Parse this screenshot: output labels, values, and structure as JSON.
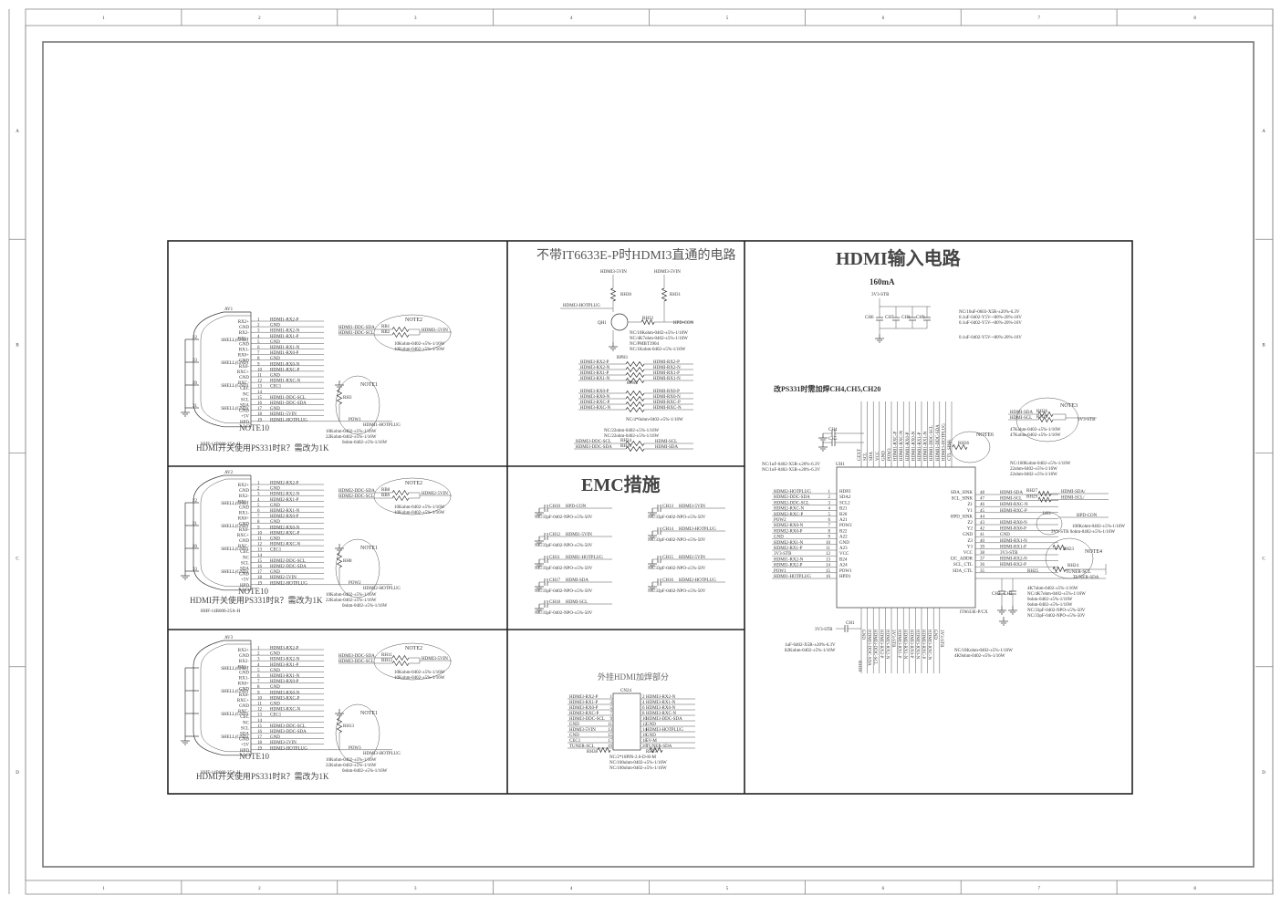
{
  "border": {
    "columns": [
      "1",
      "2",
      "3",
      "4",
      "5",
      "6",
      "7",
      "8"
    ],
    "rows": [
      "A",
      "B",
      "C",
      "D"
    ]
  },
  "titles": {
    "bypass": "不带IT6633E-P时HDMI3直通的电路",
    "emc": "EMC措施",
    "hdmi_input": "HDMI输入电路",
    "external": "外挂HDMI加焊部分",
    "current": "160mA",
    "ps331_note": "改PS331时需加焊CH4,CH5,CH20"
  },
  "connectors": [
    {
      "ref": "AV1",
      "part": "HHF-14B000-25A-H",
      "note_top": "NOTE2",
      "note_mid": "NOTE1",
      "note_bot": "NOTE10",
      "switch_note": "HDMI开关使用PS331时R？需改为1K",
      "pins": [
        "RX2+",
        "GND",
        "RX2-",
        "RX1+",
        "GND",
        "RX1-",
        "RX0+",
        "GND",
        "RX0-",
        "RXC+",
        "GND",
        "RXC-",
        "CEC",
        "NC",
        "SCL",
        "SDA",
        "GND",
        "+5V",
        "HPD"
      ],
      "shells": [
        "SHELL(GND)",
        "SHELL(GND)",
        "SHELL(GND)",
        "SHELL(GND)"
      ],
      "shell_nums": [
        "22",
        "23",
        "20",
        "21"
      ],
      "nets": [
        "HDMI1-RX2-P",
        "GND",
        "HDMI1-RX2-N",
        "HDMI1-RX1-P",
        "GND",
        "HDMI1-RX1-N",
        "HDMI1-RX0-P",
        "GND",
        "HDMI1-RX0-N",
        "HDMI1-RXC-P",
        "GND",
        "HDMI1-RXC-N",
        "CEC1",
        "",
        "HDMI1-DDC-SCL",
        "HDMI1-DDC-SDA",
        "GND",
        "HDMI1-5VIN",
        "HDMI1-HOTPLUG"
      ],
      "ddc": [
        "HDMI1-DDC-SDA",
        "HDMI1-DDC-SCL"
      ],
      "ddc_refs": [
        "RB1",
        "RB2"
      ],
      "vin": "HDMI1-5VIN",
      "res_vals": [
        "10Kohm-0402-±5%-1/16W",
        "10Kohm-0402-±5%-1/16W"
      ],
      "rh": "RH3",
      "pow": "POW1",
      "hp": "HDMI1-HOTPLUG",
      "hp_vals": [
        "10Kohm-0402-±5%-1/16W",
        "22Kohm-0402-±5%-1/16W",
        "0ohm-0402-±5%-1/16W"
      ]
    },
    {
      "ref": "AV2",
      "part": "HHF-14B000-25A-H",
      "note_top": "NOTE2",
      "note_mid": "NOTE1",
      "note_bot": "NOTE10",
      "switch_note": "HDMI开关使用PS331时R？需改为1K",
      "pins": [
        "RX2+",
        "GND",
        "RX2-",
        "RX1+",
        "GND",
        "RX1-",
        "RX0+",
        "GND",
        "RX0-",
        "RXC+",
        "GND",
        "RXC-",
        "CEC",
        "NC",
        "SCL",
        "SDA",
        "GND",
        "+5V",
        "HPD"
      ],
      "shells": [
        "SHELL(GND)",
        "SHELL(GND)",
        "SHELL(GND)",
        "SHELL(GND)"
      ],
      "shell_nums": [
        "22",
        "21",
        "20",
        "23"
      ],
      "nets": [
        "HDMI2-RX2-P",
        "GND",
        "HDMI2-RX2-N",
        "HDMI2-RX1-P",
        "GND",
        "HDMI2-RX1-N",
        "HDMI2-RX0-P",
        "GND",
        "HDMI2-RX0-N",
        "HDMI2-RXC-P",
        "GND",
        "HDMI2-RXC-N",
        "CEC1",
        "",
        "HDMI2-DDC-SCL",
        "HDMI2-DDC-SDA",
        "GND",
        "HDMI2-5VIN",
        "HDMI2-HOTPLUG"
      ],
      "ddc": [
        "HDMI2-DDC-SDA",
        "HDMI2-DDC-SCL"
      ],
      "ddc_refs": [
        "RB8",
        "RB9"
      ],
      "vin": "HDMI2-5VIN",
      "res_vals": [
        "10Kohm-0402-±5%-1/16W",
        "10Kohm-0402-±5%-1/16W"
      ],
      "rh": "RH8",
      "pow": "POW2",
      "hp": "HDMI2-HOTPLUG",
      "hp_vals": [
        "10Kohm-0402-±5%-1/16W",
        "22Kohm-0402-±5%-1/16W",
        "0ohm-0402-±5%-1/16W"
      ]
    },
    {
      "ref": "AV3",
      "part": "HHF-14B000-25A-H",
      "note_top": "NOTE2",
      "note_mid": "NOTE1",
      "note_bot": "NOTE10",
      "switch_note": "HDMI开关使用PS331时R？需改为1K",
      "pins": [
        "RX2+",
        "GND",
        "RX2-",
        "RX1+",
        "GND",
        "RX1-",
        "RX0+",
        "GND",
        "RX0-",
        "RXC+",
        "GND",
        "RXC-",
        "CEC",
        "NC",
        "SCL",
        "SDA",
        "GND",
        "+5V",
        "HPD"
      ],
      "shells": [
        "SHELL(GND)",
        "SHELL(GND)",
        "SHELL(GND)",
        "SHELL(GND)"
      ],
      "shell_nums": [
        "",
        "",
        "",
        ""
      ],
      "nets": [
        "HDMI3-RX2-P",
        "GND",
        "HDMI3-RX2-N",
        "HDMI3-RX1-P",
        "GND",
        "HDMI3-RX1-N",
        "HDMI3-RX0-P",
        "GND",
        "HDMI3-RX0-N",
        "HDMI3-RXC-P",
        "GND",
        "HDMI3-RXC-N",
        "CEC1",
        "",
        "HDMI3-DDC-SCL",
        "HDMI3-DDC-SDA",
        "GND",
        "HDMI3-5VIN",
        "HDMI3-HOTPLUG"
      ],
      "ddc": [
        "HDMI3-DDC-SDA",
        "HDMI3-DDC-SCL"
      ],
      "ddc_refs": [
        "RH11",
        "RH12"
      ],
      "vin": "HDMI3-5VIN",
      "res_vals": [
        "10Kohm-0402-±5%-1/16W",
        "10Kohm-0402-±5%-1/16W"
      ],
      "rh": "RH13",
      "pow": "POW3",
      "hp": "HDMI3-HOTPLUG",
      "hp_vals": [
        "10Kohm-0402-±5%-1/16W",
        "22Kohm-0402-±5%-1/16W",
        "0ohm-0402-±5%-1/16W"
      ]
    }
  ],
  "bypass": {
    "vin_labels": [
      "HDMI3-5VIN",
      "HDMI3-5VIN"
    ],
    "res": [
      "RH30",
      "RH31"
    ],
    "hotplug": "HDMI3-HOTPLUG",
    "transistor": "QH1",
    "rh32": "RH32",
    "hpd_net": "HPD-CON",
    "vals": [
      "NC/10Kohm-0402-±5%-1/16W",
      "NC/4K7ohm-0402-±5%-1/16W",
      "NC/PMBT3904",
      "NC/1Kohm-0402-±5%-1/16W"
    ],
    "rph1": "RPH1",
    "rph2": "RPH2",
    "left_nets": [
      "HDMI3-RX2-P",
      "HDMI3-RX2-N",
      "HDMI3-RX1-P",
      "HDMI3-RX1-N",
      "",
      "HDMI3-RX0-P",
      "HDMI3-RX0-N",
      "HDMI3-RXC-P",
      "HDMI3-RXC-N"
    ],
    "right_nets": [
      "HDMI-RX2-P",
      "HDMI-RX2-N",
      "HDMI-RX1-P",
      "HDMI-RX1-N",
      "",
      "HDMI-RX0-P",
      "HDMI-RX0-N",
      "HDMI-RXC-P",
      "HDMI-RXC-N"
    ],
    "rph_val": "NC/4*0ohm-0402-±5%-1/16W",
    "ddc_vals": [
      "NC/22ohm-0402-±5%-1/16W",
      "NC/22ohm-0402-±5%-1/16W"
    ],
    "ddc_left": [
      "HDMI3-DDC-SCL",
      "HDMI3-DDC-SDA"
    ],
    "ddc_refs": [
      "RH34",
      "RH35"
    ],
    "ddc_right": [
      "HDMI-SCL",
      "HDMI-SDA"
    ]
  },
  "emc": {
    "caps": [
      {
        "ref": "CH10",
        "net": "HPD-CON"
      },
      {
        "ref": "CH13",
        "net": "HDMI3-5VIN"
      },
      {
        "ref": "CH12",
        "net": "HDMI1-5VIN"
      },
      {
        "ref": "CH14",
        "net": "HDMI3-HOTPLUG"
      },
      {
        "ref": "CH11",
        "net": "HDMI1-HOTPLUG"
      },
      {
        "ref": "CH15",
        "net": "HDMI2-5VIN"
      },
      {
        "ref": "CH17",
        "net": "HDMI-SDA"
      },
      {
        "ref": "CH16",
        "net": "HDMI2-HOTPLUG"
      },
      {
        "ref": "CH18",
        "net": "HDMI-SCL"
      }
    ],
    "cap_val": "NC/33pF-0402-NPO-±5%-50V"
  },
  "external": {
    "ref": "CN24",
    "left": [
      "HDMI3-RX2-P",
      "HDMI3-RX1-P",
      "HDMI3-RX0-P",
      "HDMI3-RXC-P",
      "HDMI3-DDC-SCL",
      "GND",
      "HDMI3-5VIN",
      "GND",
      "CEC1",
      "TUNER-SCL"
    ],
    "left_pins": [
      "1",
      "3",
      "5",
      "7",
      "9",
      "11",
      "13",
      "15",
      "17",
      "19"
    ],
    "right_pins": [
      "2",
      "4",
      "6",
      "8",
      "10",
      "12",
      "14",
      "16",
      "18",
      "20"
    ],
    "right": [
      "HDMI3-RX2-N",
      "HDMI3-RX1-N",
      "HDMI3-RX0-N",
      "HDMI3-RXC-N",
      "HDMI3-DDC-SDA",
      "GND",
      "HDMI3-HOTPLUG",
      "GND",
      "5V-M",
      "TUNER-SDA"
    ],
    "ref_l": "RH38",
    "ref_r": "RH37",
    "vals": [
      "NC/2*10PIN-2.0-D-H-M",
      "NC/100ohm-0402-±5%-1/16W",
      "NC/100ohm-0402-±5%-1/16W"
    ]
  },
  "main": {
    "supply": "3V3-STB",
    "caps": [
      "CH6",
      "CH7",
      "CH8",
      "CH9"
    ],
    "cap_vals": [
      "NC/10uF-0603-X5R-±20%-6.3V",
      "0.1uF-0402-Y5V-+80%-20%-16V",
      "0.1uF-0402-Y5V-+80%-20%-16V",
      "0.1uF-0402-Y5V-+80%-20%-16V"
    ],
    "ic_ref": "UH1",
    "ic_part": "IT6633E-P/CX",
    "ch4": "CH4",
    "ch5": "CH5",
    "ch4_vals": [
      "NC/1uF-0402-X5R-±20%-6.3V",
      "NC/1uF-0402-X5R-±20%-6.3V"
    ],
    "left_nets": [
      "HDMI2-HOTPLUG",
      "HDMI2-DDC-SDA",
      "HDMI2-DDC-SCL",
      "HDMI2-RXC-N",
      "HDMI2-RXC-P",
      "POW2",
      "HDMI2-RX0-N",
      "HDMI2-RX0-P",
      "GND",
      "HDMI2-RX1-N",
      "HDMI2-RX1-P",
      "3V3-STB",
      "HDMI1-RX2-N",
      "HDMI1-RX2-P",
      "POW1",
      "HDMI1-HOTPLUG"
    ],
    "left_pins": [
      "HDP2",
      "SDA2",
      "SCL2",
      "B21",
      "B20",
      "A21",
      "POW2",
      "B22",
      "A22",
      "GND",
      "A23",
      "VCC",
      "B24",
      "A24",
      "POW1",
      "HPD1"
    ],
    "right_pins": [
      "SDA_SINK",
      "SCL_SINK",
      "Z1",
      "Y1",
      "HPD_SINK",
      "Z2",
      "Y2",
      "GND",
      "Z3",
      "Y3",
      "VCC",
      "I2C_ADDR",
      "SCL_CTL",
      "SDA_CTL"
    ],
    "right_nums": [
      "48",
      "47",
      "46",
      "45",
      "44",
      "43",
      "42",
      "41",
      "40",
      "39",
      "38",
      "37",
      "36",
      "35"
    ],
    "right_nets": [
      "HDMI-SDA",
      "HDMI-SCL",
      "HDMI-RXC-N",
      "HDMI-RXC-P",
      "",
      "HDMI-RX0-N",
      "HDMI-RX0-P",
      "GND",
      "HDMI-RX1-N",
      "HDMI-RX1-P",
      "3V3-STB",
      "HDMI-RX2-N",
      "HDMI-RX2-P",
      ""
    ],
    "top_nets": [
      "CEXT",
      "SCL",
      "SDA",
      "VCC",
      "GND",
      "POW3",
      "HDMI1-RXC-P",
      "HDMI1-RXC-N",
      "HDMI1-RX0-P",
      "HDMI1-RX0-N",
      "HDMI1-RX1-P",
      "HDMI1-RX1-N",
      "HDMI1-DDC-SCL",
      "HDMI1-DDC-SDA",
      "HDMI3-HOTPLUG",
      "CTL_SINK"
    ],
    "bottom_nets": [
      "GND",
      "HDMI3-DDC-SDA",
      "HDMI3-DDC-SCL",
      "HDMI3-RX2-P",
      "HDMI3-RX2-N",
      "3V3-STB",
      "HDMI3-RX1-P",
      "HDMI3-RX1-N",
      "HDMI3-RX0-P",
      "HDMI3-RX0-N",
      "HDMI3-RXC-P",
      "HDMI3-RXC-N",
      "GND",
      "3V3-STB"
    ],
    "note3": "NOTE3",
    "note4": "NOTE4",
    "note6": "NOTE6",
    "rh36": "RH36",
    "note3_nets": [
      "HDMI-SDA",
      "HDMI-SCL"
    ],
    "note3_refs": [
      "RH26",
      "RH28"
    ],
    "note3_vin": "3V3-STB",
    "note3_vals": [
      "47Kohm-0402-±5%-1/16W",
      "47Kohm-0402-±5%-1/16W"
    ],
    "right_vals": [
      "NC/100Kohm-0402-±5%-1/16W",
      "22ohm-0402-±5%-1/16W",
      "22ohm-0402-±5%-1/16W"
    ],
    "right_refs": [
      "RH27",
      "RH29"
    ],
    "right_out": [
      "HDMI-SDA/",
      "HDMI-SCL/"
    ],
    "hpd_con": "HPD-CON",
    "lh1": "LH1",
    "lh1_vals": [
      "100Kohm-0402-±5%-1/16W",
      "3V3-STB 0ohm-0402-±5%-1/16W"
    ],
    "rh23": "RH23",
    "rh24": "RH24",
    "rh25": "RH25",
    "tuner": [
      "TUNER-SCL",
      "TUNER-SDA"
    ],
    "ctl_vals": [
      "4K7ohm-0402-±5%-1/16W",
      "NC/4K7ohm-0402-±5%-1/16W",
      "0ohm-0402-±5%-1/16W",
      "0ohm-0402-±5%-1/16W",
      "NC/33pF-0402-NPO-±5%-50V",
      "NC/33pF-0402-NPO-±5%-50V"
    ],
    "ch_bottom": [
      "CH2",
      "CH3"
    ],
    "ch1": "CH1",
    "ch1_vals": [
      "1uF-0402-X5R-±20%-6.3V",
      "82Kohm-0402-±5%-1/16W"
    ],
    "rh39": "RH39",
    "bot_vals": [
      "NC/10Kohm-0402-±5%-1/16W",
      "4K9ohm-0402-±5%-1/16W"
    ]
  }
}
